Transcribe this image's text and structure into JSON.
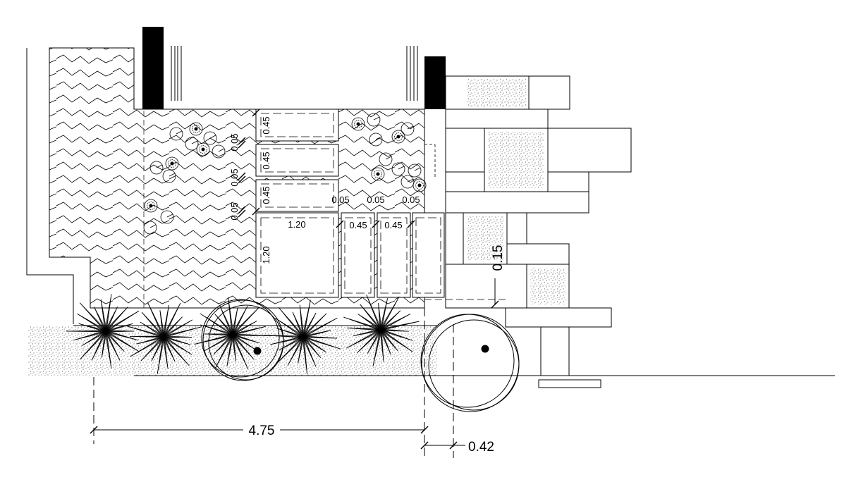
{
  "dimensions": {
    "overall_width": "4.75",
    "offset": "0.42",
    "step_height": "0.15",
    "step_1_width": "0.45",
    "step_2_width": "0.45",
    "step_3_width": "0.45",
    "gap_1": "0.05",
    "gap_2": "0.05",
    "gap_3": "0.05",
    "gap_4": "0.05",
    "gap_5": "0.05",
    "gap_6": "0.05",
    "square_width": "1.20",
    "square_height": "1.20",
    "small_1_width": "0.45",
    "small_2_width": "0.45"
  },
  "colors": {
    "line": "#000000",
    "background": "#ffffff"
  }
}
